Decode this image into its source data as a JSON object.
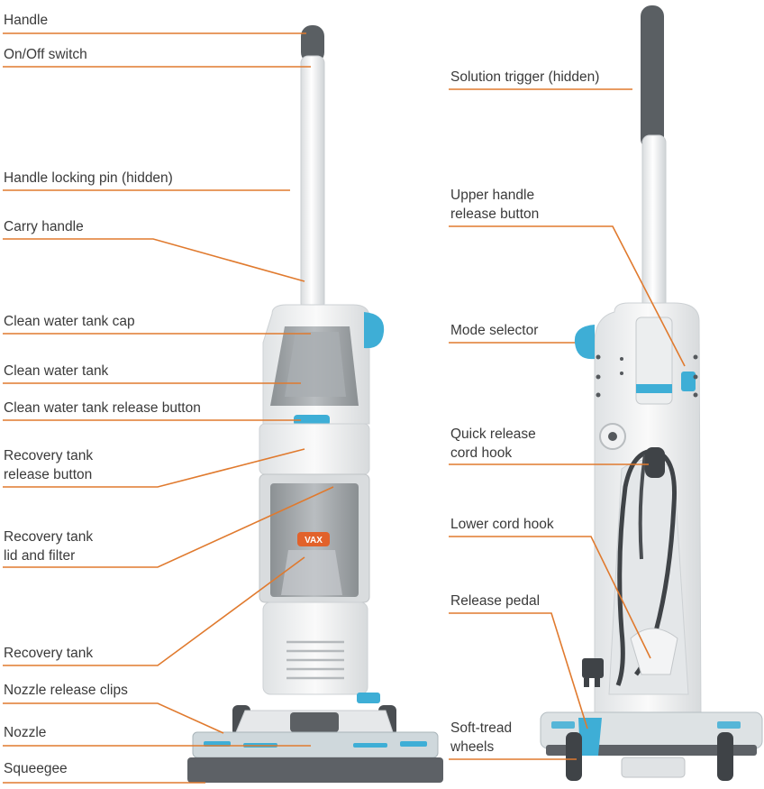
{
  "accent_color": "#e07a2e",
  "product_accent": "#3eaed6",
  "brand_mark": "VAX",
  "labels": {
    "handle": [
      "Handle"
    ],
    "on_off_switch": [
      "On/Off switch"
    ],
    "handle_locking_pin": [
      "Handle locking pin (hidden)"
    ],
    "carry_handle": [
      "Carry handle"
    ],
    "clean_water_tank_cap": [
      "Clean water tank cap"
    ],
    "clean_water_tank": [
      "Clean water tank"
    ],
    "clean_water_tank_release_button": [
      "Clean water tank release button"
    ],
    "recovery_tank_release_button": [
      "Recovery tank",
      "release button"
    ],
    "recovery_tank_lid_filter": [
      "Recovery tank",
      "lid and filter"
    ],
    "recovery_tank": [
      "Recovery tank"
    ],
    "nozzle_release_clips": [
      "Nozzle release clips"
    ],
    "nozzle": [
      "Nozzle"
    ],
    "squeegee": [
      "Squeegee"
    ],
    "solution_trigger": [
      "Solution trigger (hidden)"
    ],
    "upper_handle_release_button": [
      "Upper handle",
      "release button"
    ],
    "mode_selector": [
      "Mode selector"
    ],
    "quick_release_cord_hook": [
      "Quick release",
      "cord hook"
    ],
    "lower_cord_hook": [
      "Lower cord hook"
    ],
    "release_pedal": [
      "Release pedal"
    ],
    "soft_tread_wheels": [
      "Soft-tread",
      "wheels"
    ]
  }
}
